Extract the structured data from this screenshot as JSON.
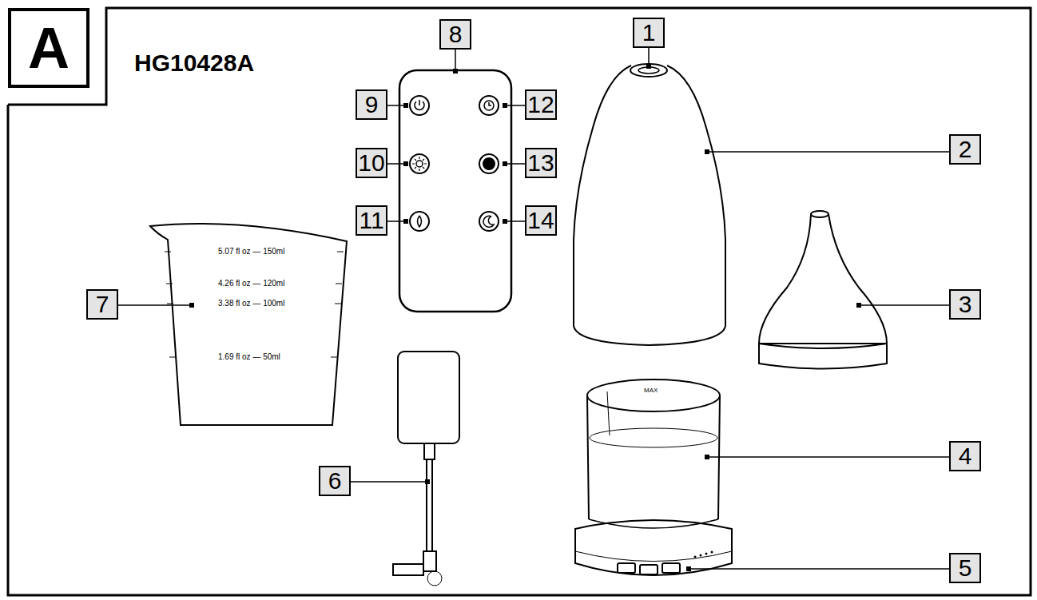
{
  "diagram": {
    "nodes": [
      {
        "text": [
          "A"
        ]
      }
    ],
    "labels": [
      "HG10428A",
      "8",
      "1",
      "9",
      "12",
      "2",
      "10",
      "13",
      "11",
      "14",
      "3",
      "7",
      "6",
      "4",
      "5",
      "5.07 fl oz — 150ml",
      "4.26 fl oz — 120ml",
      "3.38 fl oz — 100ml",
      "1.69 fl oz — 50ml",
      "MAX"
    ]
  }
}
